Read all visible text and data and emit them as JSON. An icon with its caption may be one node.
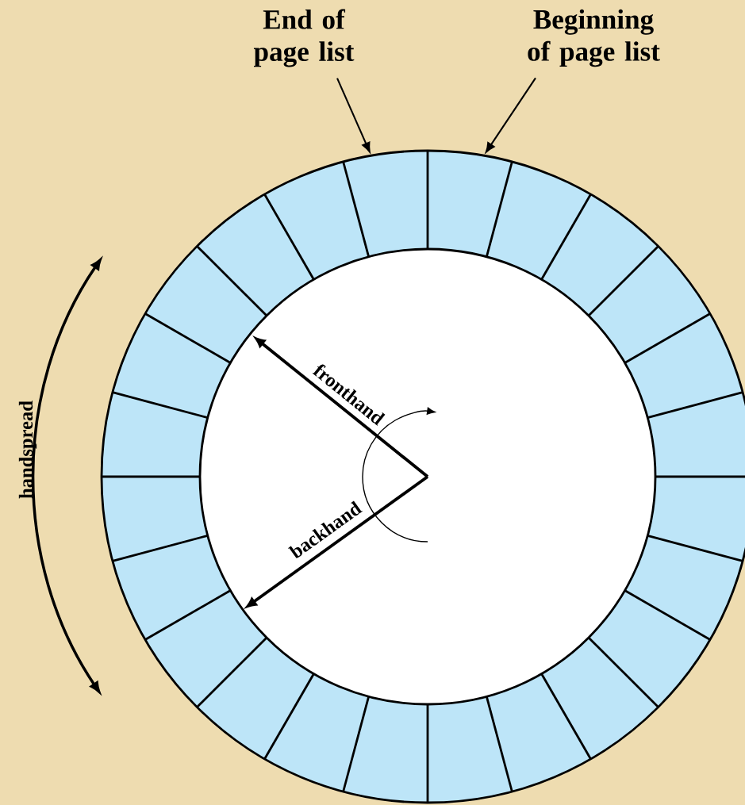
{
  "diagram": {
    "nodes": [
      {
        "text": [
          "End of page list"
        ]
      },
      {
        "text": [
          "Beginning of page list"
        ]
      },
      {
        "text": [],
        "shape": "circle"
      }
    ],
    "edges": [
      {
        "from": 0,
        "to": 2,
        "arrow": "to"
      },
      {
        "from": 1,
        "to": 2,
        "arrow": "to"
      }
    ],
    "labels": [
      "fronthand",
      "backhand",
      "handspread"
    ]
  }
}
